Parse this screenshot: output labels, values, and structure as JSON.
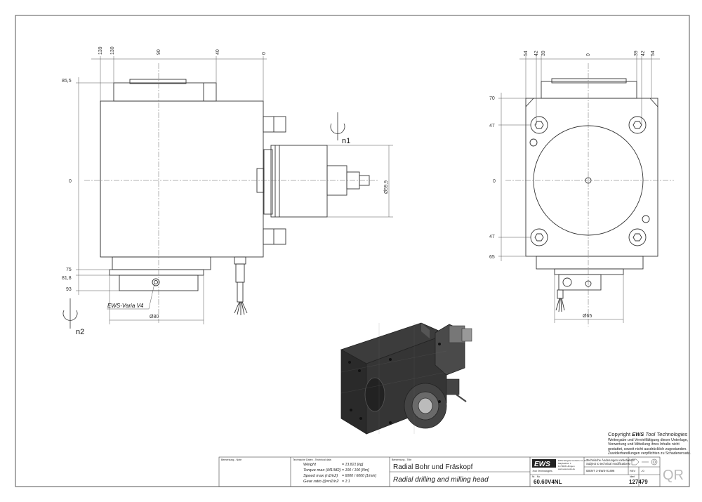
{
  "left_view": {
    "top_dims": [
      "139",
      "130",
      "90",
      "40",
      "0"
    ],
    "left_dims": [
      "85,5",
      "0",
      "75",
      "81,8",
      "93"
    ],
    "diameter_right": "Ø59,9",
    "diameter_bottom": "Ø80",
    "rotation_top": "n1",
    "rotation_bottom": "n2",
    "model_label": "EWS-Varia V4"
  },
  "right_view": {
    "top_dims": [
      "54",
      "42",
      "39",
      "0",
      "39",
      "42",
      "54"
    ],
    "left_dims": [
      "70",
      "47",
      "0",
      "47",
      "65"
    ],
    "diameter_bottom": "Ø65"
  },
  "copyright": {
    "prefix": "Copyright",
    "brand": "EWS",
    "suffix": "Tool Technologies",
    "notes": [
      "Weitergabe und Vervielfältigung dieser Unterlage,",
      "Verwertung und Mitteilung ihres Inhalts nicht",
      "gestattet, soweit nicht ausdrücklich zugestanden.",
      "Zuwiderhandlungen verpflichten zu Schadenersatz."
    ]
  },
  "title_block": {
    "remark_label": "Bemerkung - Note",
    "techdata_label": "Technische Daten - Technical data",
    "tech_rows": [
      {
        "label": "Weight",
        "value": "= 13.821 [kg]"
      },
      {
        "label": "Torque max (M1/M2)",
        "value": "= 100 / 100 [Nm]"
      },
      {
        "label": "Speed max (n1/n2)",
        "value": "= 6000 / 6000 [1/min]"
      },
      {
        "label": "Gear ratio (i)=n1/n2",
        "value": "= 1:1"
      }
    ],
    "title_label": "Benennung - Title",
    "title_de": "Radial Bohr und Fräskopf",
    "title_en": "Radial drilling and milling head",
    "logo": "EWS",
    "logo_sub": "Tool Technologies",
    "company_lines": [
      "EWS Weigele GmbH & Co. KG",
      "Maybachstr. 1",
      "D-73066 Uhingen",
      "www.ews-tools.de"
    ],
    "changes_de": "Technische Änderungen vorbehalten!",
    "changes_en": "Subject to technical modifications!",
    "ident_label": "IDENT",
    "ident_value": "3-EWS-01496",
    "rev_label": "REV",
    "rev_value": "-/0",
    "nr_label": "Nr. - No.",
    "part_no": "60.60V4NL",
    "ident_no_label": "Ident",
    "ident_no": "127479",
    "qr": "QR"
  }
}
